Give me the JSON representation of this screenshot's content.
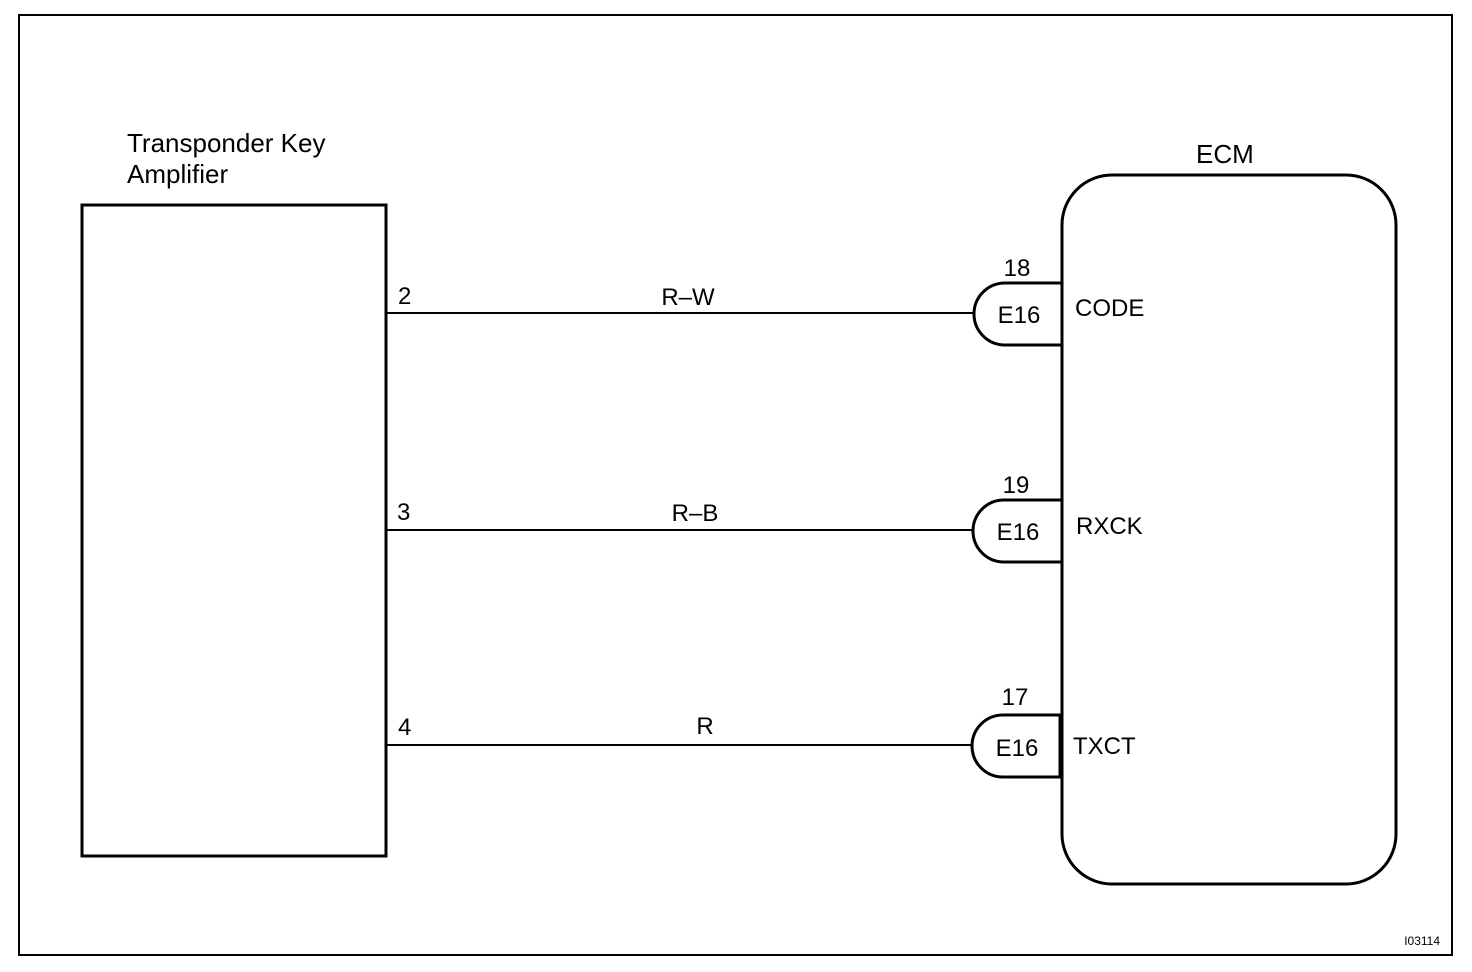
{
  "amplifier": {
    "title_line1": "Transponder Key",
    "title_line2": "Amplifier"
  },
  "ecm": {
    "title": "ECM"
  },
  "wires": [
    {
      "amp_pin": "2",
      "color": "R–W",
      "ecm_pin": "18",
      "connector": "E16",
      "signal": "CODE"
    },
    {
      "amp_pin": "3",
      "color": "R–B",
      "ecm_pin": "19",
      "connector": "E16",
      "signal": "RXCK"
    },
    {
      "amp_pin": "4",
      "color": "R",
      "ecm_pin": "17",
      "connector": "E16",
      "signal": "TXCT"
    }
  ],
  "figure_id": "I03114"
}
